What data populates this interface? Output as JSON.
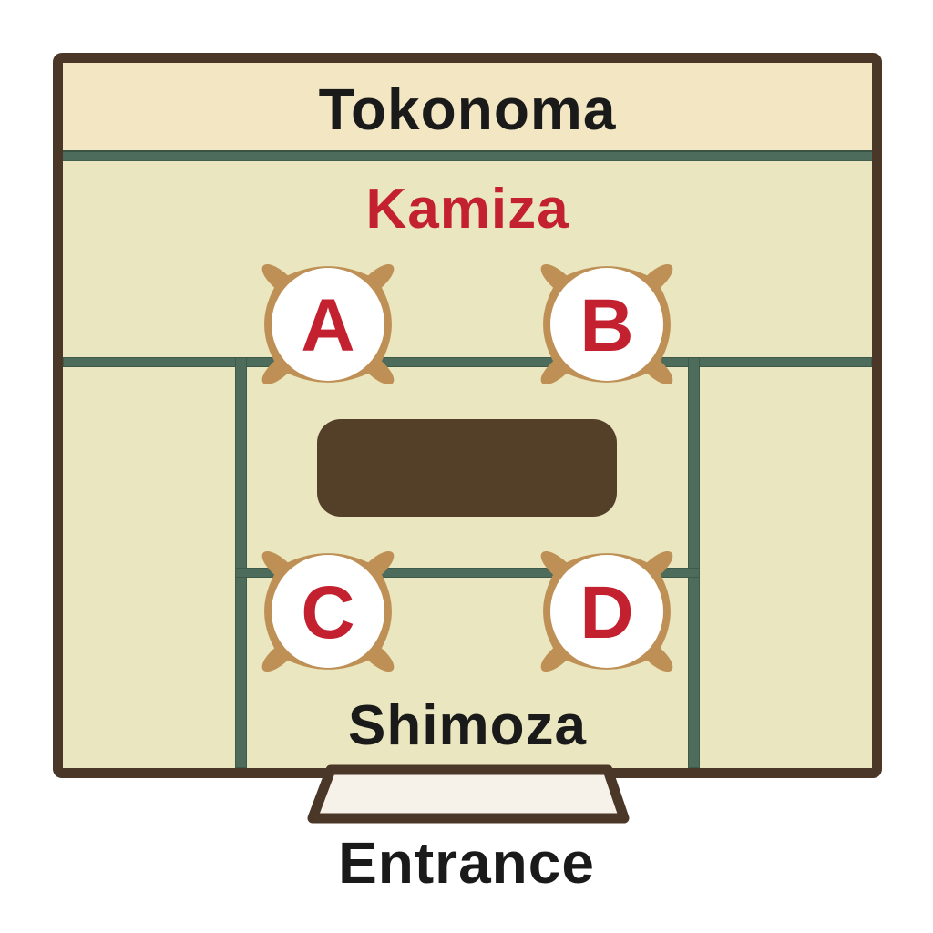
{
  "colors": {
    "page_bg": "#ffffff",
    "room_border": "#4a3728",
    "tokonoma_bg": "#f2e6c3",
    "tatami_bg": "#e9e6c0",
    "seam": "#4e6c5b",
    "cushion": "#bf9055",
    "table_brown": "#544028",
    "accent_red": "#c42130",
    "text_black": "#1a1a1a",
    "circle_white": "#ffffff",
    "entrance_fill": "#f7f2e9"
  },
  "room": {
    "tokonoma_label": "Tokonoma",
    "kamiza_label": "Kamiza",
    "shimoza_label": "Shimoza",
    "entrance_label": "Entrance",
    "seats": [
      {
        "label": "A"
      },
      {
        "label": "B"
      },
      {
        "label": "C"
      },
      {
        "label": "D"
      }
    ]
  }
}
